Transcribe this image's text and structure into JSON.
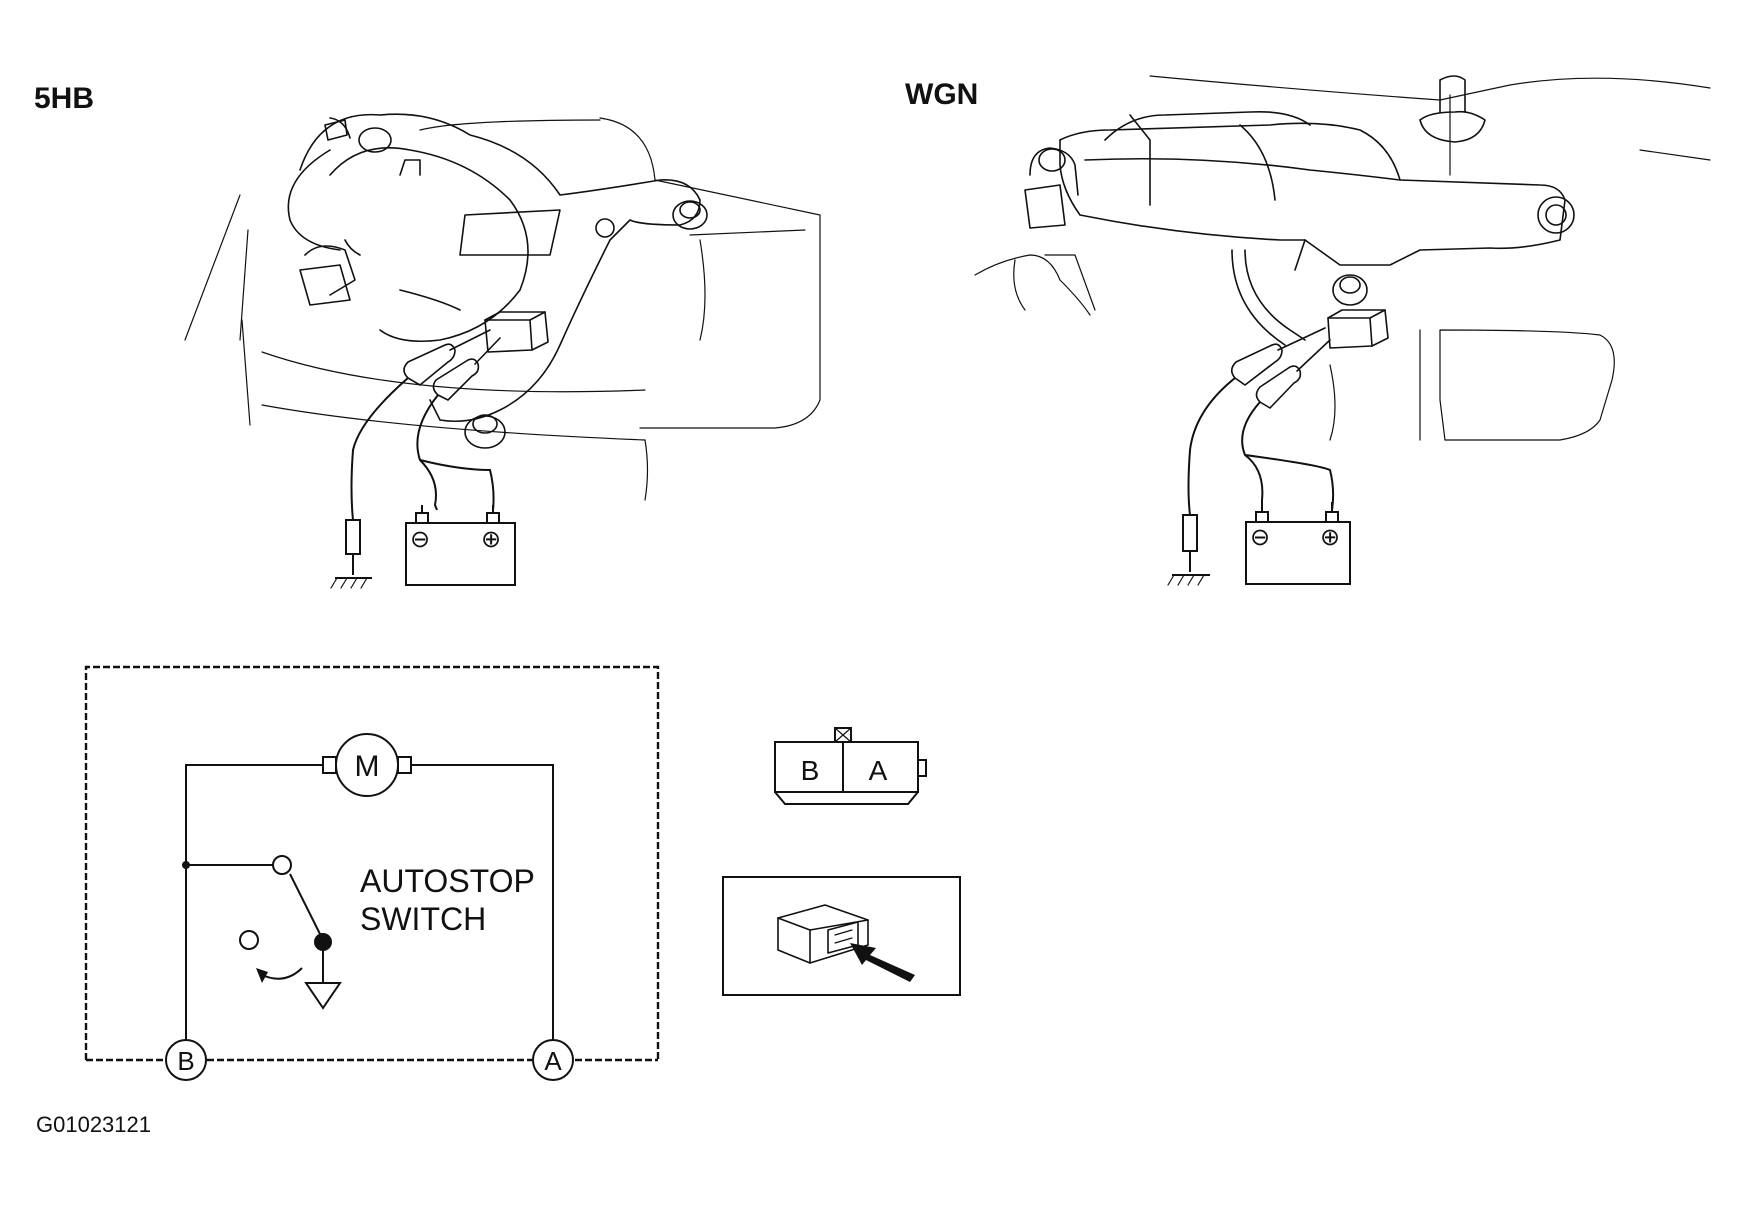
{
  "labels": {
    "view_5hb": "5HB",
    "view_wgn": "WGN",
    "figure_id": "G01023121"
  },
  "circuit": {
    "motor": "M",
    "switch_line1": "AUTOSTOP",
    "switch_line2": "SWITCH",
    "terminal_b": "B",
    "terminal_a": "A"
  },
  "connector": {
    "pin_b": "B",
    "pin_a": "A"
  },
  "battery": {
    "neg_symbol": "⊖",
    "pos_symbol": "⊕"
  }
}
